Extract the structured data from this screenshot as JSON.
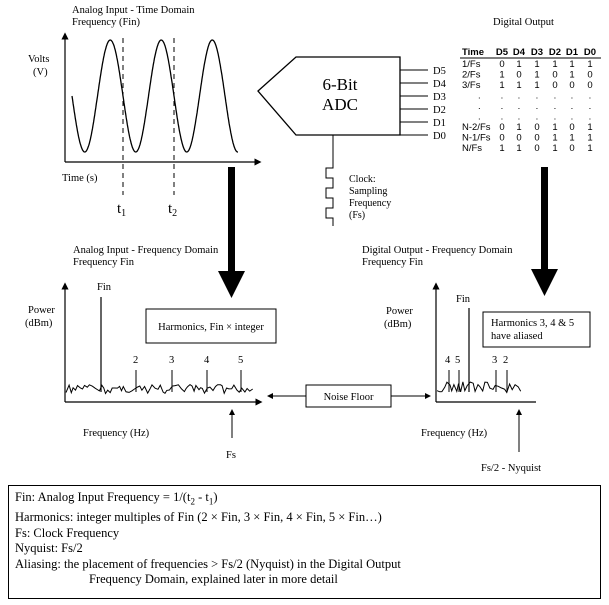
{
  "time_domain": {
    "title_line1": "Analog Input - Time Domain",
    "title_line2": "Frequency (Fin)",
    "y_label_line1": "Volts",
    "y_label_line2": "(V)",
    "x_label": "Time (s)",
    "t1": "t",
    "t1_sub": "1",
    "t2": "t",
    "t2_sub": "2"
  },
  "adc": {
    "label_line1": "6-Bit",
    "label_line2": "ADC",
    "outputs": [
      "D5",
      "D4",
      "D3",
      "D2",
      "D1",
      "D0"
    ],
    "clock_line1": "Clock:",
    "clock_line2": "Sampling",
    "clock_line3": "Frequency",
    "clock_line4": "(Fs)"
  },
  "digital_output": {
    "title": "Digital Output",
    "table_headers": [
      "Time",
      "D5",
      "D4",
      "D3",
      "D2",
      "D1",
      "D0"
    ],
    "table_rows": [
      [
        "1/Fs",
        "0",
        "1",
        "1",
        "1",
        "1",
        "1"
      ],
      [
        "2/Fs",
        "1",
        "0",
        "1",
        "0",
        "1",
        "0"
      ],
      [
        "3/Fs",
        "1",
        "1",
        "1",
        "0",
        "0",
        "0"
      ],
      [
        ".",
        ".",
        ".",
        ".",
        ".",
        ".",
        "."
      ],
      [
        ".",
        ".",
        ".",
        ".",
        ".",
        ".",
        "."
      ],
      [
        ".",
        ".",
        ".",
        ".",
        ".",
        ".",
        "."
      ],
      [
        "N-2/Fs",
        "0",
        "1",
        "0",
        "1",
        "0",
        "1"
      ],
      [
        "N-1/Fs",
        "0",
        "0",
        "0",
        "1",
        "1",
        "1"
      ],
      [
        "N/Fs",
        "1",
        "1",
        "0",
        "1",
        "0",
        "1"
      ]
    ]
  },
  "analog_freq": {
    "title_line1": "Analog Input - Frequency Domain",
    "title_line2": "Frequency Fin",
    "y_label_line1": "Power",
    "y_label_line2": "(dBm)",
    "fin_label": "Fin",
    "harmonics_box": "Harmonics, Fin × integer",
    "harmonic_labels": [
      "2",
      "3",
      "4",
      "5"
    ],
    "x_label": "Frequency (Hz)",
    "fs_label": "Fs"
  },
  "noise_floor": "Noise Floor",
  "digital_freq": {
    "title_line1": "Digital Output - Frequency Domain",
    "title_line2": "Frequency Fin",
    "y_label_line1": "Power",
    "y_label_line2": "(dBm)",
    "fin_label": "Fin",
    "aliased_line1": "Harmonics 3, 4 & 5",
    "aliased_line2": "have aliased",
    "harmonic_labels": [
      "4",
      "5",
      "3",
      "2"
    ],
    "x_label": "Frequency (Hz)",
    "nyquist_label": "Fs/2 - Nyquist"
  },
  "legend": {
    "line1_a": "Fin: Analog Input Frequency = 1/(t",
    "line1_b": "2",
    "line1_c": " - t",
    "line1_d": "1",
    "line1_e": ")",
    "line2": "Harmonics: integer multiples of Fin (2 × Fin, 3 × Fin, 4 × Fin, 5 × Fin…)",
    "line3": "Fs: Clock Frequency",
    "line4": "Nyquist:  Fs/2",
    "line5": "Aliasing: the placement of frequencies > Fs/2 (Nyquist) in the Digital Output",
    "line6": "Frequency Domain, explained later in more detail"
  }
}
